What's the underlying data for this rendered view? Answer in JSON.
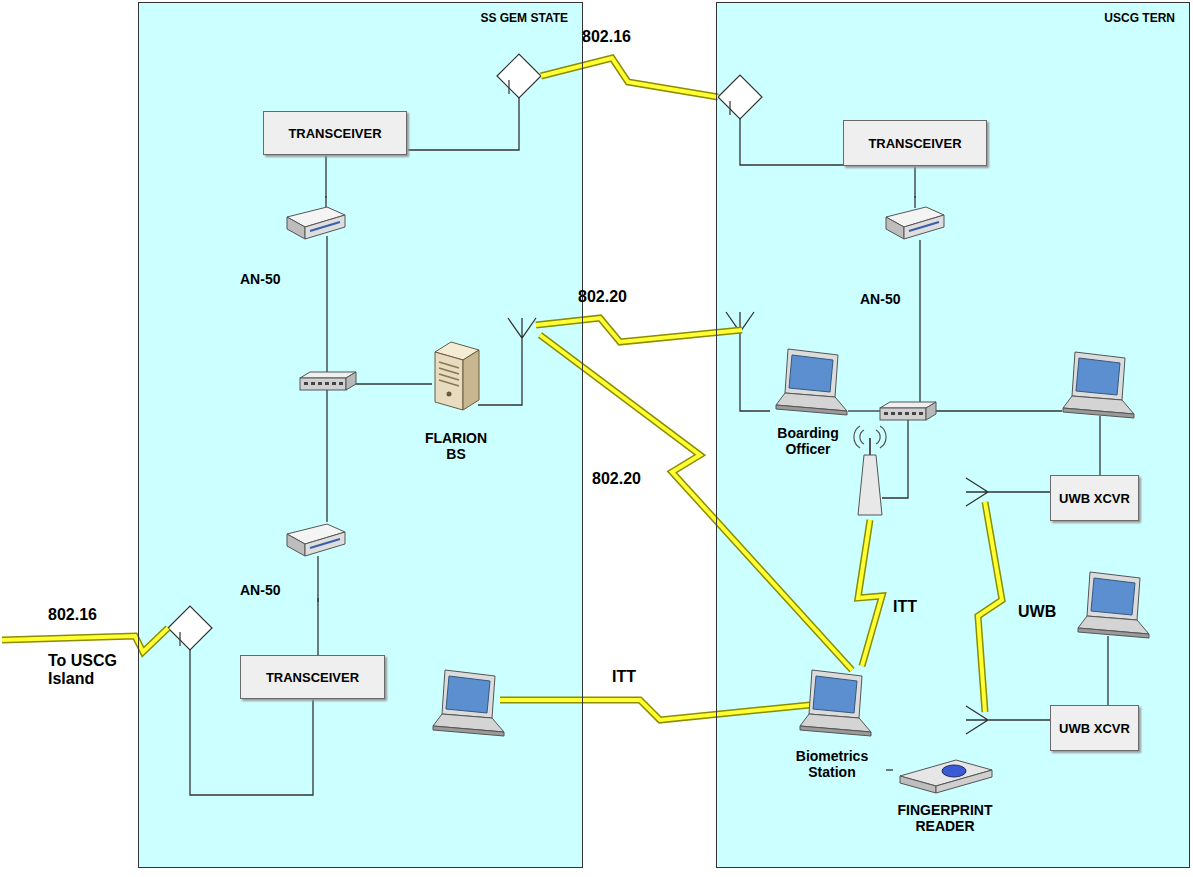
{
  "diagram": {
    "nodes": [
      {
        "text": [
          "SS GEM STATE"
        ]
      },
      {
        "text": [
          "TRANSCEIVER"
        ],
        "in": 0
      },
      {
        "text": [
          "AN-50"
        ],
        "in": 0
      },
      {
        "text": [
          "FLARION BS"
        ],
        "in": 0
      },
      {
        "text": [
          "AN-50"
        ],
        "in": 0
      },
      {
        "text": [
          "TRANSCEIVER"
        ],
        "in": 0
      },
      {
        "text": [
          "USCG TERN"
        ]
      },
      {
        "text": [
          "TRANSCEIVER"
        ],
        "in": 6
      },
      {
        "text": [
          "AN-50"
        ],
        "in": 6
      },
      {
        "text": [
          "Boarding Officer"
        ],
        "in": 6
      },
      {
        "text": [
          "UWB XCVR"
        ],
        "in": 6
      },
      {
        "text": [
          "UWB XCVR"
        ],
        "in": 6
      },
      {
        "text": [
          "Biometrics Station"
        ],
        "in": 6
      },
      {
        "text": [
          "FINGERPRINT READER"
        ],
        "in": 6
      }
    ],
    "edges": [
      {
        "from": 1,
        "to": 2,
        "arrow": "none"
      },
      {
        "from": 4,
        "to": 5,
        "arrow": "none"
      },
      {
        "from": 7,
        "to": 8,
        "arrow": "none"
      },
      {
        "from": 12,
        "to": 13,
        "arrow": "none"
      }
    ],
    "labels": [
      "802.16",
      "802.20",
      "802.20",
      "ITT",
      "UWB",
      "ITT",
      "802.16",
      "To USCG Island"
    ]
  }
}
